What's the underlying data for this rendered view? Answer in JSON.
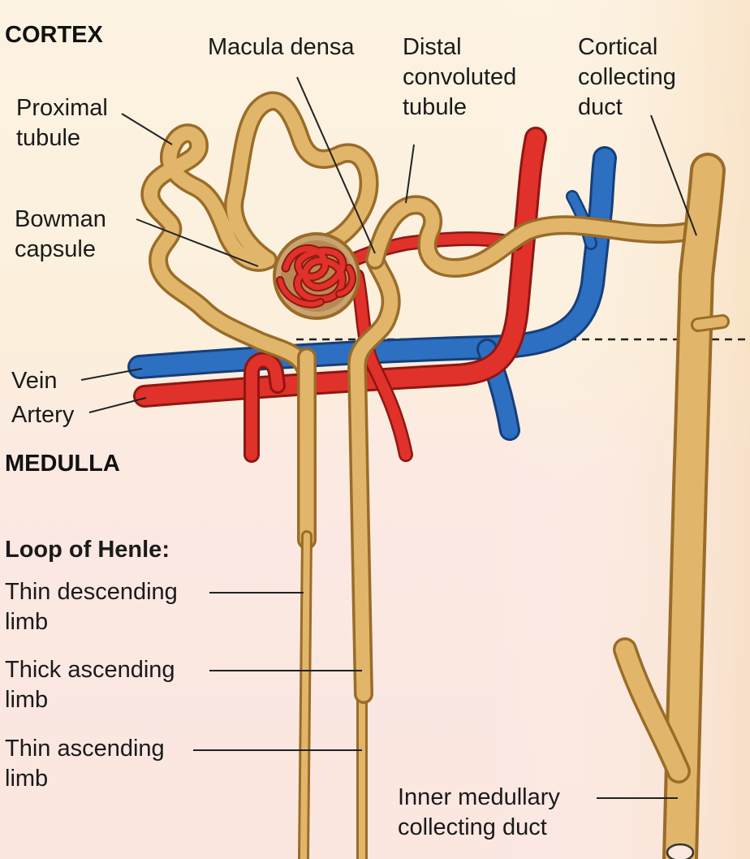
{
  "regions": {
    "cortex": "CORTEX",
    "medulla": "MEDULLA"
  },
  "labels": {
    "macula_densa": "Macula densa",
    "distal": [
      "Distal",
      "convoluted",
      "tubule"
    ],
    "cortical_collecting": [
      "Cortical",
      "collecting",
      "duct"
    ],
    "proximal": [
      "Proximal",
      "tubule"
    ],
    "bowman": [
      "Bowman",
      "capsule"
    ],
    "vein": "Vein",
    "artery": "Artery",
    "loop_heading": "Loop of Henle:",
    "thin_descending": [
      "Thin descending",
      "limb"
    ],
    "thick_ascending": [
      "Thick ascending",
      "limb"
    ],
    "thin_ascending": [
      "Thin ascending",
      "limb"
    ],
    "inner_medullary": [
      "Inner medullary",
      "collecting duct"
    ]
  },
  "colors": {
    "cortex_bg": "#fcefdc",
    "medulla_bg": "#fbe9e2",
    "tubule": "#e2b66a",
    "tubule_edge": "#9a6c28",
    "artery": "#e0312a",
    "artery_edge": "#8e1712",
    "vein": "#2d6fc1",
    "vein_edge": "#153f7a"
  }
}
